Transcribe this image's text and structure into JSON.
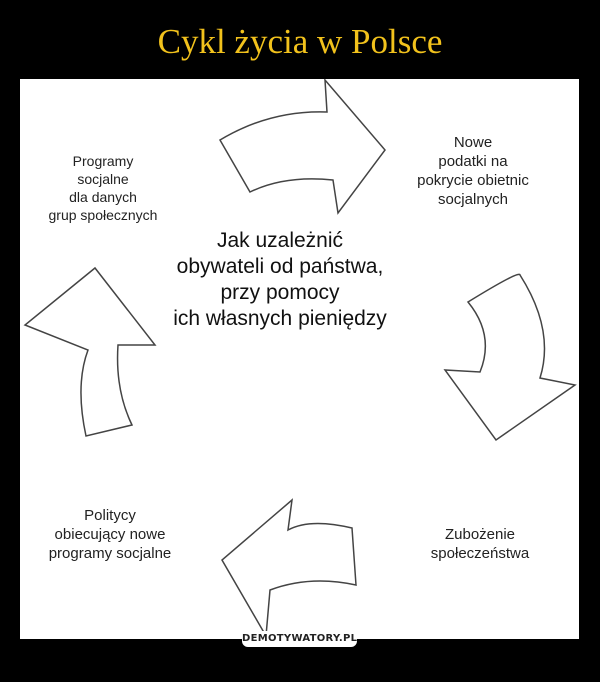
{
  "title": "Cykl życia w Polsce",
  "diagram": {
    "center": [
      "Jak uzależnić",
      "obywateli od państwa,",
      "przy pomocy",
      "ich własnych pieniędzy"
    ],
    "steps": [
      {
        "lines": [
          "Nowe",
          "podatki na",
          "pokrycie obietnic",
          "socjalnych"
        ]
      },
      {
        "lines": [
          "Zubożenie",
          "społeczeństwa"
        ]
      },
      {
        "lines": [
          "Politycy",
          "obiecujący nowe",
          "programy socjalne"
        ]
      },
      {
        "lines": [
          "Programy",
          "socjalne",
          "dla danych",
          "grup społecznych"
        ]
      }
    ]
  },
  "watermark": "DEMOTYWATORY.PL",
  "colors": {
    "title": "#f2c21c",
    "background": "#000000",
    "panel": "#ffffff"
  }
}
